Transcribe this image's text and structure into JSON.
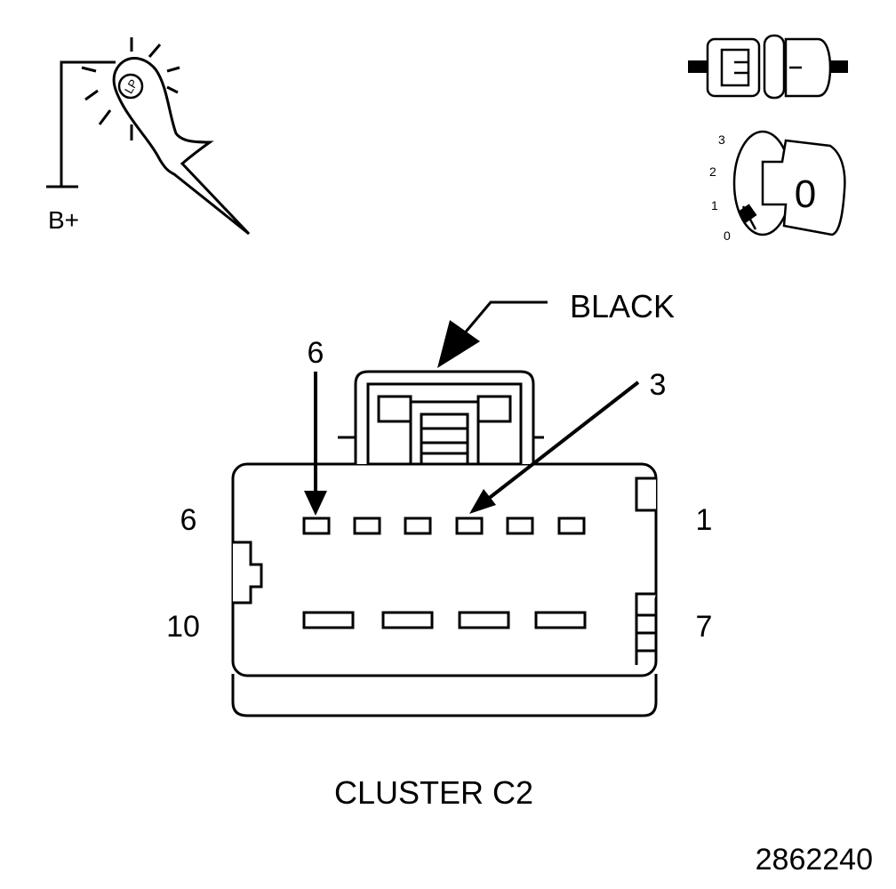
{
  "probe": {
    "supply_label": "B+",
    "probe_label": "LP"
  },
  "ignition": {
    "key_label": "0",
    "positions": [
      "3",
      "2",
      "1",
      "0"
    ]
  },
  "connector": {
    "color_label": "BLACK",
    "name": "CLUSTER C2",
    "top_row_left": "6",
    "top_row_right": "1",
    "bottom_row_left": "10",
    "bottom_row_right": "7"
  },
  "callouts": {
    "pin_a": "6",
    "pin_b": "3"
  },
  "figure_number": "2862240"
}
